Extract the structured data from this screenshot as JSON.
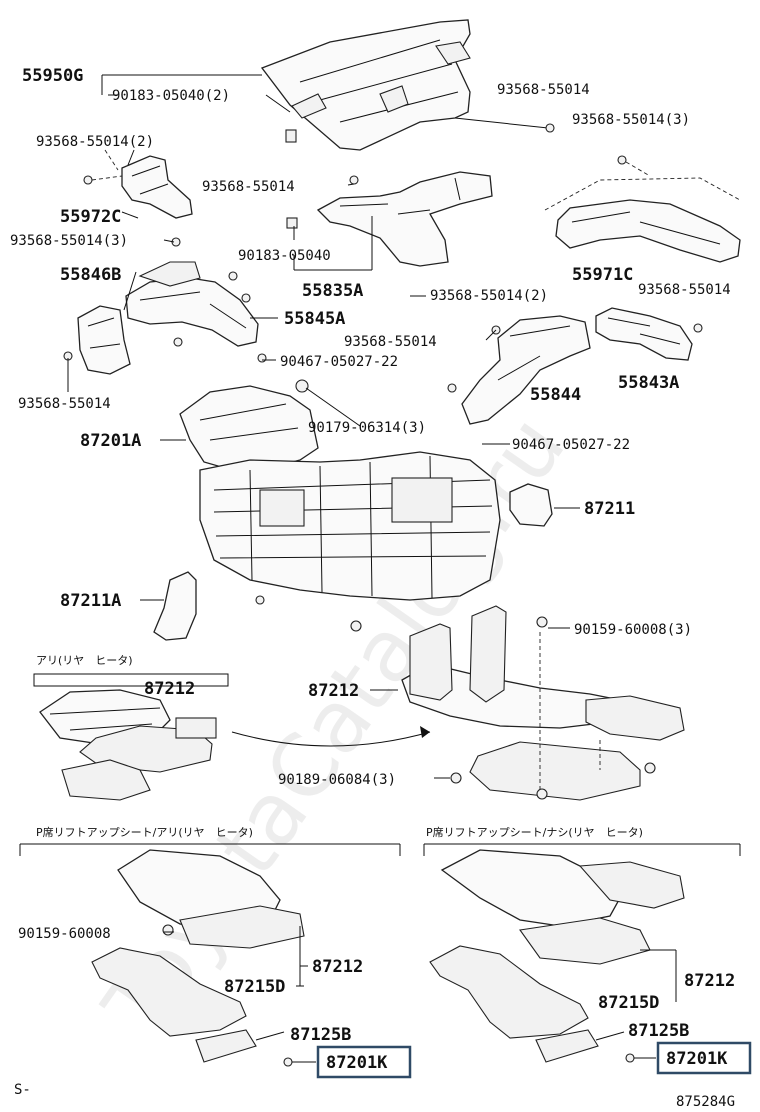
{
  "watermark": "ToyotaCatalog.ru",
  "diagram_code": "875284G",
  "corner_mark": "S-",
  "section_labels": {
    "rear_heater": "アリ(リヤ　ヒータ)",
    "lift_up_with": "P席リフトアップシート/アリ(リヤ　ヒータ)",
    "lift_up_without": "P席リフトアップシート/ナシ(リヤ　ヒータ)"
  },
  "parts": {
    "p55950G": "55950G",
    "p90183_2": "90183-05040(2)",
    "p93568_top": "93568-55014",
    "p93568_2": "93568-55014(2)",
    "p93568_3r": "93568-55014(3)",
    "p93568_mid": "93568-55014",
    "p55972C": "55972C",
    "p93568_3l": "93568-55014(3)",
    "p90183": "90183-05040",
    "p55971C": "55971C",
    "p55846B": "55846B",
    "p55835A": "55835A",
    "p93568_2b": "93568-55014(2)",
    "p93568_r2": "93568-55014",
    "p55845A": "55845A",
    "p93568_c": "93568-55014",
    "p90467_a": "90467-05027-22",
    "p55844": "55844",
    "p55843A": "55843A",
    "p93568_l": "93568-55014",
    "p90179": "90179-06314(3)",
    "p87201A": "87201A",
    "p90467_b": "90467-05027-22",
    "p87211": "87211",
    "p87211A": "87211A",
    "p90159_3": "90159-60008(3)",
    "p87212_a": "87212",
    "p87212_b": "87212",
    "p90189": "90189-06084(3)",
    "p90159": "90159-60008",
    "p87212_c": "87212",
    "p87215D_l": "87215D",
    "p87125B_l": "87125B",
    "p87201K_l": "87201K",
    "p87212_d": "87212",
    "p87215D_r": "87215D",
    "p87125B_r": "87125B",
    "p87201K_r": "87201K"
  },
  "highlight_color": "#2f4a66"
}
